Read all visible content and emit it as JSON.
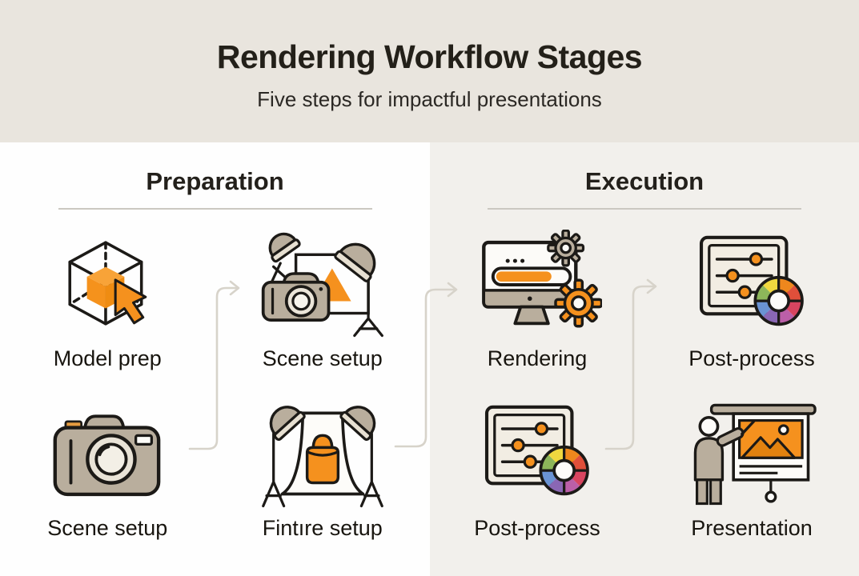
{
  "header": {
    "title": "Rendering Workflow Stages",
    "subtitle": "Five steps for impactful presentations"
  },
  "sections": {
    "preparation": {
      "label": "Preparation",
      "items": [
        {
          "label": "Model prep",
          "icon": "wireframe-cube-cursor-icon"
        },
        {
          "label": "Scene setup",
          "icon": "camera-studio-lights-icon"
        },
        {
          "label": "Scene setup",
          "icon": "camera-icon"
        },
        {
          "label": "Fintıre setup",
          "icon": "backdrop-lights-icon"
        }
      ]
    },
    "execution": {
      "label": "Execution",
      "items": [
        {
          "label": "Rendering",
          "icon": "monitor-progress-gears-icon"
        },
        {
          "label": "Post-process",
          "icon": "sliders-color-wheel-icon"
        },
        {
          "label": "Post-process",
          "icon": "sliders-color-wheel-icon"
        },
        {
          "label": "Presentation",
          "icon": "presenter-screen-icon"
        }
      ]
    }
  },
  "colors": {
    "accent_orange": "#f5911e",
    "taupe": "#b9ae9d",
    "outline_black": "#1c1a17",
    "header_background": "#e9e5de",
    "preparation_background": "#fefefe",
    "execution_background": "#f2f0ec",
    "connector_gray": "#d7d3ca",
    "color_wheel_segments": [
      "#f0d83f",
      "#ee871d",
      "#e04f3a",
      "#d84560",
      "#bb5fa8",
      "#8a67b4",
      "#6a93d3",
      "#8db65a"
    ]
  }
}
